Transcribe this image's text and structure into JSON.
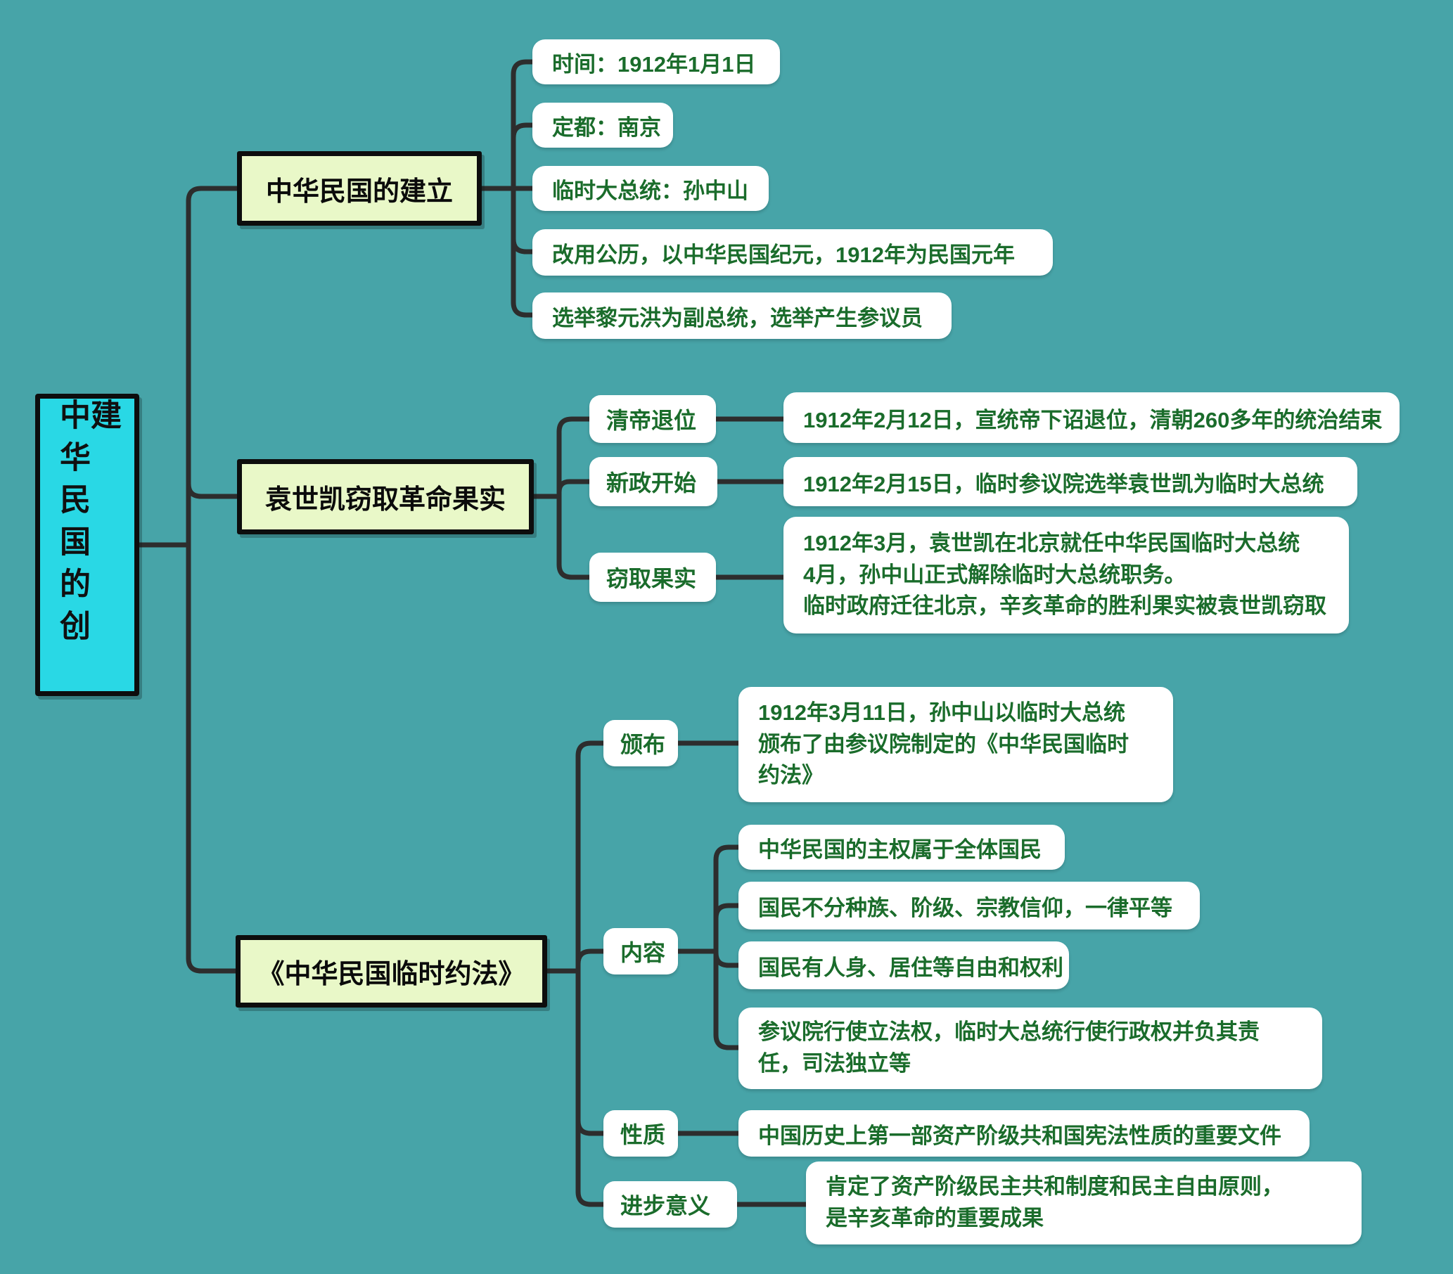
{
  "root": {
    "label": "中华民国的创建"
  },
  "colors": {
    "background": "#47a4a8",
    "root_fill": "#29d8e5",
    "branch_fill": "#e9f8c8",
    "leaf_fill": "#ffffff",
    "text_green": "#1a6c2b",
    "line_color": "#2d2d2d"
  },
  "branches": [
    {
      "label": "中华民国的建立",
      "facts": [
        "时间：1912年1月1日",
        "定都：南京",
        "临时大总统：孙中山",
        "改用公历，以中华民国纪元，1912年为民国元年",
        "选举黎元洪为副总统，选举产生参议员"
      ]
    },
    {
      "label": "袁世凯窃取革命果实",
      "rows": [
        {
          "label": "清帝退位",
          "detail": "1912年2月12日，宣统帝下诏退位，清朝260多年的统治结束"
        },
        {
          "label": "新政开始",
          "detail": "1912年2月15日，临时参议院选举袁世凯为临时大总统"
        },
        {
          "label": "窃取果实",
          "detail": "1912年3月，袁世凯在北京就任中华民国临时大总统\n4月，孙中山正式解除临时大总统职务。\n临时政府迁往北京，辛亥革命的胜利果实被袁世凯窃取"
        }
      ]
    },
    {
      "label": "《中华民国临时约法》",
      "rows": [
        {
          "label": "颁布",
          "detail": "1912年3月11日，孙中山以临时大总统\n颁布了由参议院制定的《中华民国临时\n约法》"
        },
        {
          "label": "内容",
          "items": [
            "中华民国的主权属于全体国民",
            "国民不分种族、阶级、宗教信仰，一律平等",
            "国民有人身、居住等自由和权利",
            "参议院行使立法权，临时大总统行使行政权并负其责\n任，司法独立等"
          ]
        },
        {
          "label": "性质",
          "detail": "中国历史上第一部资产阶级共和国宪法性质的重要文件"
        },
        {
          "label": "进步意义",
          "detail": "肯定了资产阶级民主共和制度和民主自由原则，\n是辛亥革命的重要成果"
        }
      ]
    }
  ]
}
